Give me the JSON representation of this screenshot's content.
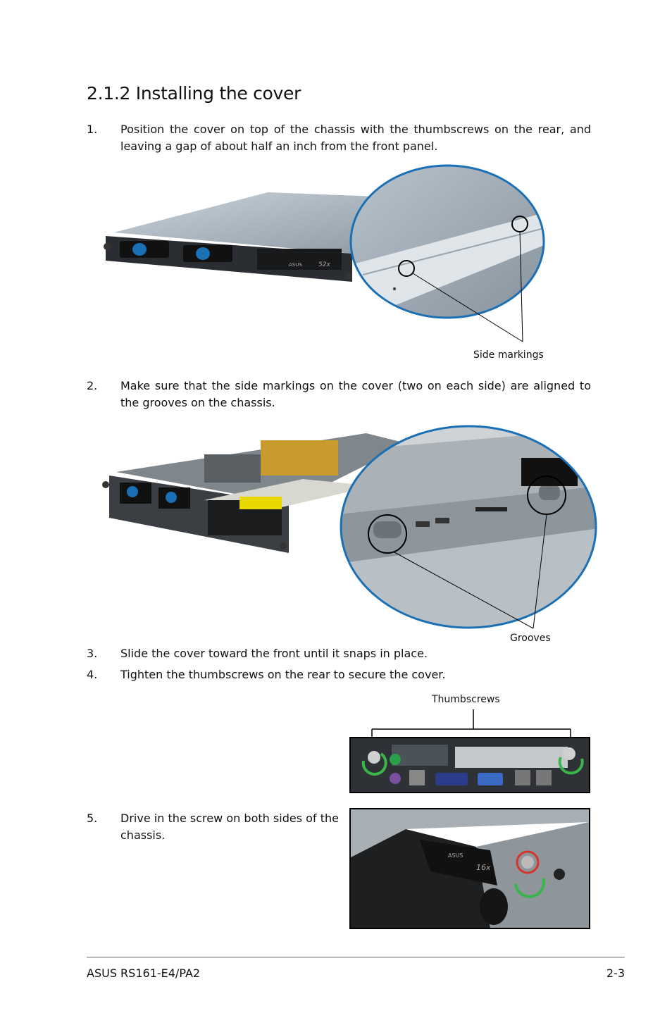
{
  "section_title": "2.1.2 Installing the cover",
  "steps": [
    {
      "num": "1.",
      "text": "Position the cover on top of the chassis with the thumbscrews on the rear, and leaving a gap of about half an inch from the front panel."
    },
    {
      "num": "2.",
      "text": "Make sure that the side markings on the cover (two on each side) are aligned to the grooves on the chassis."
    },
    {
      "num": "3.",
      "text": "Slide the cover toward the front until it snaps in place."
    },
    {
      "num": "4.",
      "text": "Tighten the thumbscrews on the rear to secure the cover."
    },
    {
      "num": "5.",
      "text": "Drive in the screw on both sides of the chassis."
    }
  ],
  "figures": {
    "fig1_caption": "Side markings",
    "fig2_caption": "Grooves",
    "fig3_caption": "Thumbscrews",
    "drive_logo": "ASUS",
    "drive_speed": "52x",
    "drive_speed_2": "16x"
  },
  "colors": {
    "accent_blue": "#1a6fb5",
    "arrow_green": "#3ab54a",
    "marker_red": "#d6332b"
  },
  "footer": {
    "model": "ASUS RS161-E4/PA2",
    "page": "2-3"
  }
}
